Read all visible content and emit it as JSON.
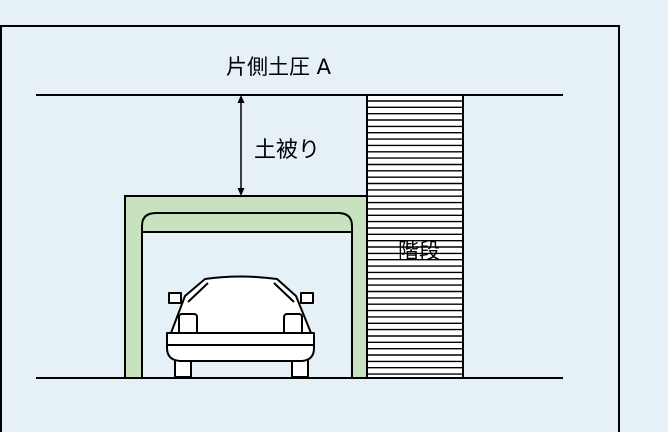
{
  "labels": {
    "earth_pressure": "片側土圧 A",
    "soil_cover": "土被り",
    "stairs": "階段"
  },
  "colors": {
    "background": "#e6f0f7",
    "frame": "#c8e2bf",
    "line": "#000000",
    "fill_white": "#ffffff"
  },
  "icons": [
    "car-icon",
    "dimension-arrow-icon",
    "stair-hatch-icon"
  ]
}
